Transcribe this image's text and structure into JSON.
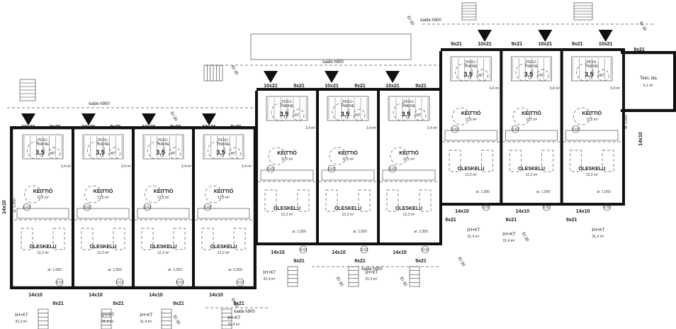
{
  "terraced_blocks": [
    {
      "name_bath": "PESU-\nHUONE",
      "apartments": [
        {
          "bath_area": "3,5",
          "kitchen": "KEITTIÖ",
          "kitchen_area": "11,5 m²",
          "living": "OLESKELU",
          "living_area": "12,2 m²",
          "type": "1H+KT",
          "total_area": "31,3 m²",
          "door": "9x21",
          "window": "14x10",
          "hallway_door": "10x21",
          "closet": "3,4 m²"
        },
        {
          "bath_area": "3,5",
          "kitchen": "KEITTIÖ",
          "kitchen_area": "11,5 m²",
          "living": "OLESKELU",
          "living_area": "12,2 m²",
          "type": "1H+KT",
          "total_area": "31,4 m²",
          "door": "9x21",
          "window": "14x10",
          "hallway_door": "10x21",
          "closet": "3,4 m²"
        },
        {
          "bath_area": "3,5",
          "kitchen": "KEITTIÖ",
          "kitchen_area": "11,5 m²",
          "living": "OLESKELU",
          "living_area": "12,2 m²",
          "type": "1H+KT",
          "total_area": "31,4 m²",
          "door": "9x21",
          "window": "14x10",
          "hallway_door": "10x21",
          "closet": "3,4 m²"
        },
        {
          "bath_area": "3,5",
          "kitchen": "KEITTIÖ",
          "kitchen_area": "11,5 m²",
          "living": "OLESKELU",
          "living_area": "12,2 m²",
          "type": "1H+KT",
          "total_area": "31,4 m²",
          "door": "9x21",
          "window": "14x10",
          "hallway_door": "10x21",
          "closet": "3,4 m²"
        }
      ]
    }
  ],
  "labels": {
    "railing": "kaide h900",
    "fire": "EI 30",
    "tech_room": "Tekn. tila",
    "tech_area": "6,1 m²",
    "window_sill": "ar. 1,050",
    "side_window": "14x10",
    "side_sill": "ar. 1,050",
    "apt_type": "1H+KT",
    "door_9x21": "9x21",
    "door_10x21": "10x21",
    "window_14x10": "14x10",
    "bath": "PESU-\nHUONE",
    "bath_area": "3,5",
    "bath_unit": "m²",
    "kitchen": "KEITTIÖ",
    "kitchen_area": "11,5 m²",
    "living": "OLESKELU",
    "living_area": "12,2 m²",
    "closet": "3,4 m²",
    "area_a": "31,3 m²",
    "area_b": "31,4 m²",
    "marker": "0.02"
  },
  "colors": {
    "wall": "#111111",
    "line": "#333333",
    "background": "#ffffff"
  }
}
